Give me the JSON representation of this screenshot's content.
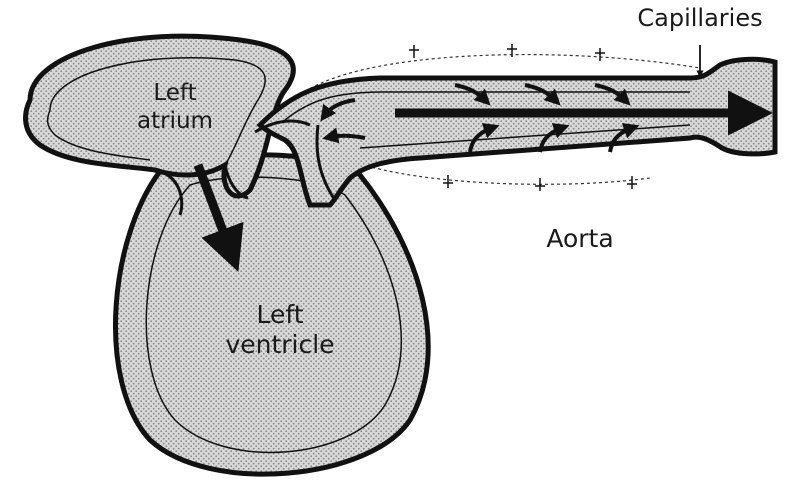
{
  "labels": {
    "left_atrium": [
      "Left",
      "atrium"
    ],
    "left_ventricle": [
      "Left",
      "ventricle"
    ],
    "aorta": "Aorta",
    "capillaries": "Capillaries"
  },
  "colors": {
    "outline": "#111111",
    "stipple_dot": "#888888",
    "stipple_bg": "#d9d9d9",
    "background": "#ffffff"
  }
}
